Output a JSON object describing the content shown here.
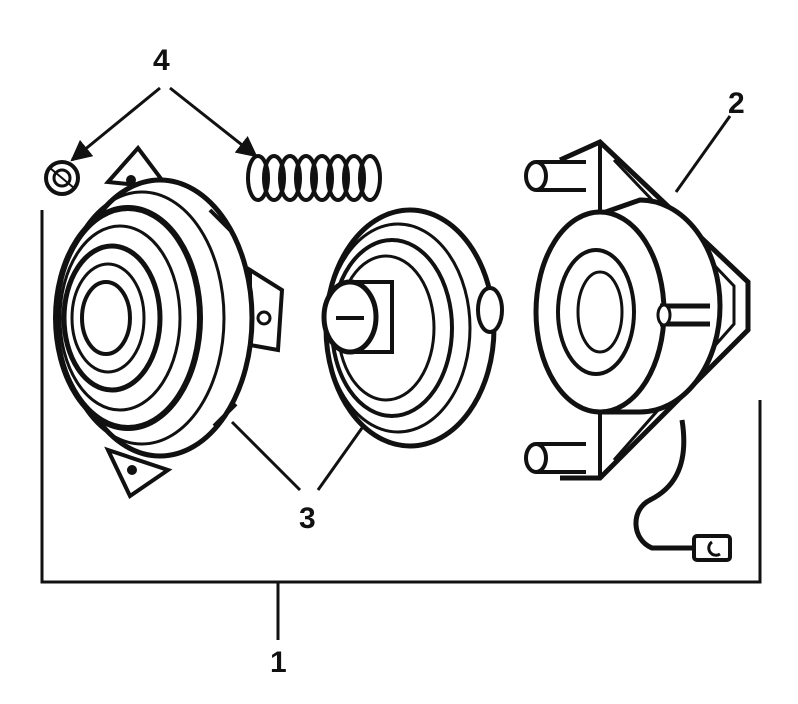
{
  "callouts": {
    "assembly": "1",
    "field_coil": "2",
    "pulley_and_hub": "3",
    "spring_and_nut": "4"
  },
  "colors": {
    "ink": "#111111",
    "background": "#ffffff"
  }
}
